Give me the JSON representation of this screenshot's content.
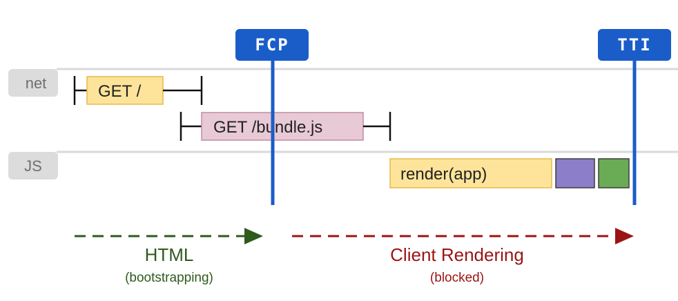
{
  "rows": [
    {
      "label": "net"
    },
    {
      "label": "JS"
    }
  ],
  "markers": [
    {
      "label": "FCP",
      "color": "#1a5dc8"
    },
    {
      "label": "TTI",
      "color": "#1a5dc8"
    }
  ],
  "requests": [
    {
      "label": "GET /",
      "fill": "#fde49a",
      "stroke": "#e8b847"
    },
    {
      "label": "GET /bundle.js",
      "fill": "#e8cad6",
      "stroke": "#c08ba3"
    }
  ],
  "js_tasks": [
    {
      "label": "render(app)",
      "fill": "#fde49a",
      "stroke": "#e8b847"
    },
    {
      "label": "",
      "fill": "#8c7ec8",
      "stroke": "#3c3c3c"
    },
    {
      "label": "",
      "fill": "#6aab55",
      "stroke": "#3c3c3c"
    }
  ],
  "phases": [
    {
      "title": "HTML",
      "subtitle": "(bootstrapping)",
      "color": "#2e5a1c"
    },
    {
      "title": "Client Rendering",
      "subtitle": "(blocked)",
      "color": "#9b1414"
    }
  ]
}
